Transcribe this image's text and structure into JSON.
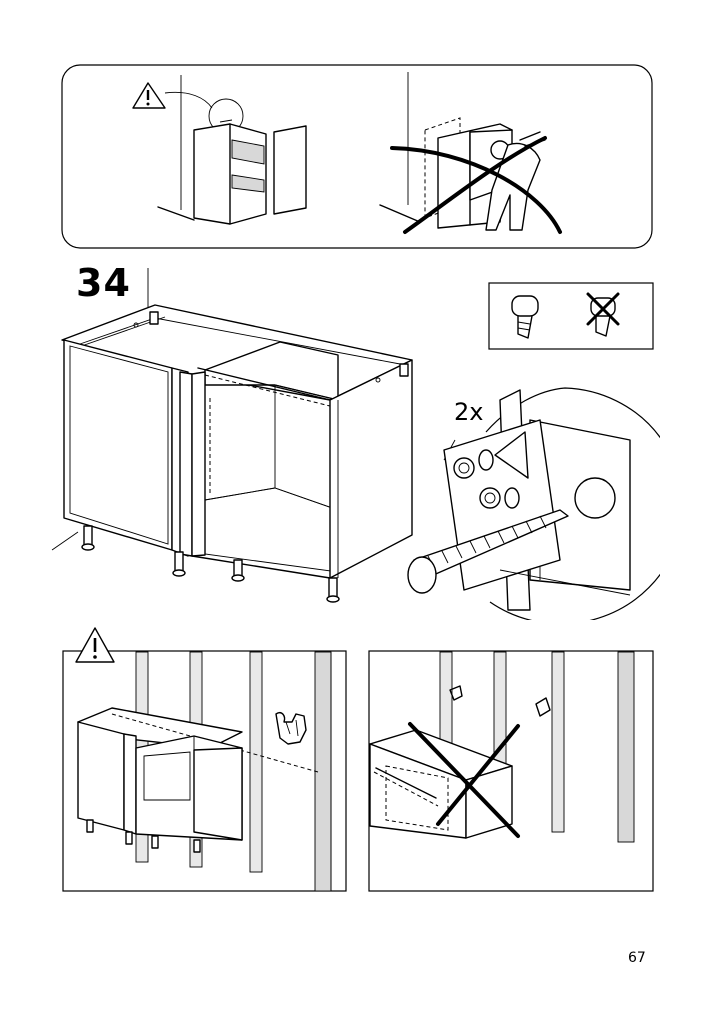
{
  "page": {
    "step_number": "34",
    "page_number": "67"
  },
  "screw_detail": {
    "quantity_label": "2x"
  },
  "icons": {
    "warning": "warning-triangle-icon",
    "prohibited": "cross-out-icon",
    "correct_screw": "screw-head-icon",
    "wrong_screw": "wrong-screw-icon",
    "hand_pointing": "hand-pointing-icon"
  }
}
